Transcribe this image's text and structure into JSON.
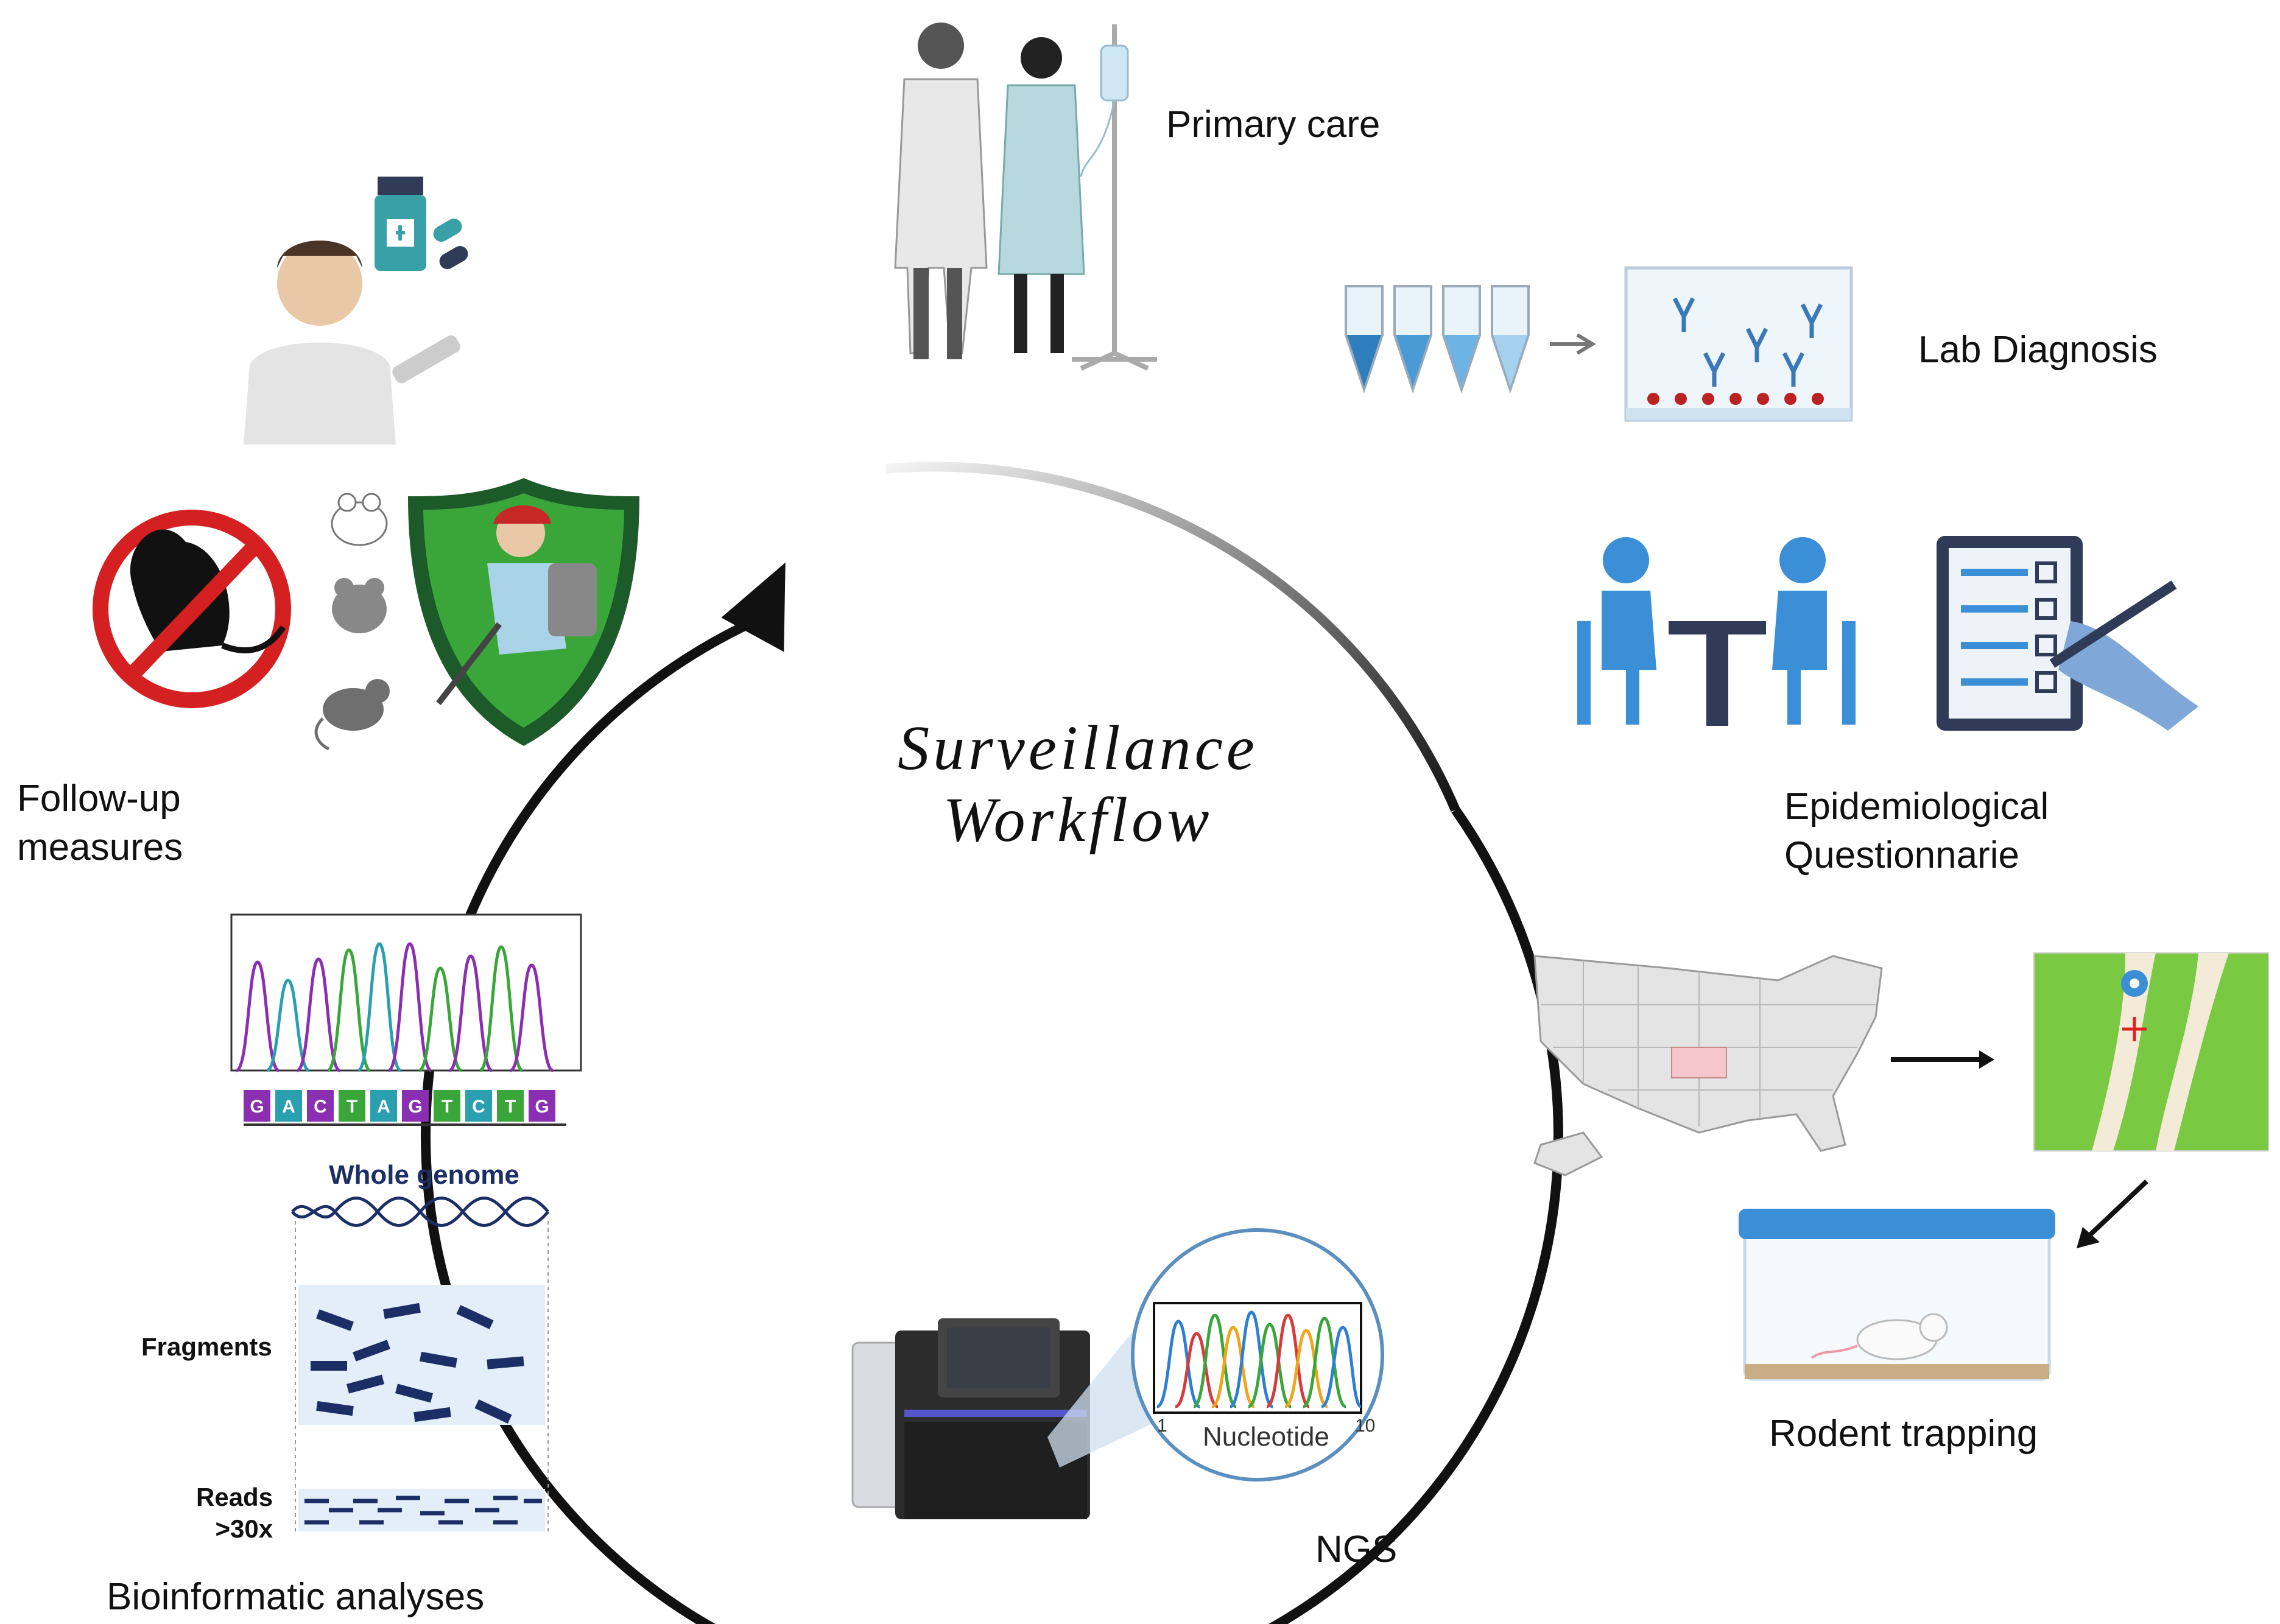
{
  "center": {
    "title_line1": "Surveillance",
    "title_line2": "Workflow"
  },
  "stages": {
    "primary_care": "Primary care",
    "lab_diagnosis": "Lab Diagnosis",
    "epi_questionnaire_line1": "Epidemiological",
    "epi_questionnaire_line2": "Questionnarie",
    "rodent_trapping": "Rodent trapping",
    "ngs": "NGS",
    "bioinformatic": "Bioinformatic analyses",
    "followup_line1": "Follow-up",
    "followup_line2": "measures"
  },
  "ngs_inset": {
    "axis_label": "Nucleotide",
    "axis_start": "1",
    "axis_end": "10"
  },
  "sequence": [
    "G",
    "A",
    "C",
    "T",
    "A",
    "G",
    "T",
    "C",
    "T",
    "G"
  ],
  "genome_panel": {
    "title": "Whole genome",
    "fragments_label": "Fragments",
    "reads_label_line1": "Reads",
    "reads_label_line2": ">30x"
  },
  "colors": {
    "icon_blue": "#3a8fd6",
    "icon_dark": "#2f3b57",
    "map_highlight": "#f5c6cc",
    "map_green": "#7ac943",
    "shield_green": "#3aa63a",
    "no_sign_red": "#d42020",
    "dna_navy": "#1b2f66"
  },
  "icons": [
    "doctor-figure-icon",
    "patient-figure-icon",
    "iv-drip-icon",
    "test-tube-icon",
    "elisa-plate-icon",
    "interview-table-icon",
    "questionnaire-clipboard-icon",
    "usa-map-icon",
    "location-map-icon",
    "rodent-cage-icon",
    "sequencer-machine-icon",
    "chromatogram-icon",
    "dna-helix-icon",
    "vaccination-person-icon",
    "medicine-bottle-icon",
    "no-rat-sign-icon",
    "pest-control-shield-icon",
    "mouse-icon"
  ]
}
